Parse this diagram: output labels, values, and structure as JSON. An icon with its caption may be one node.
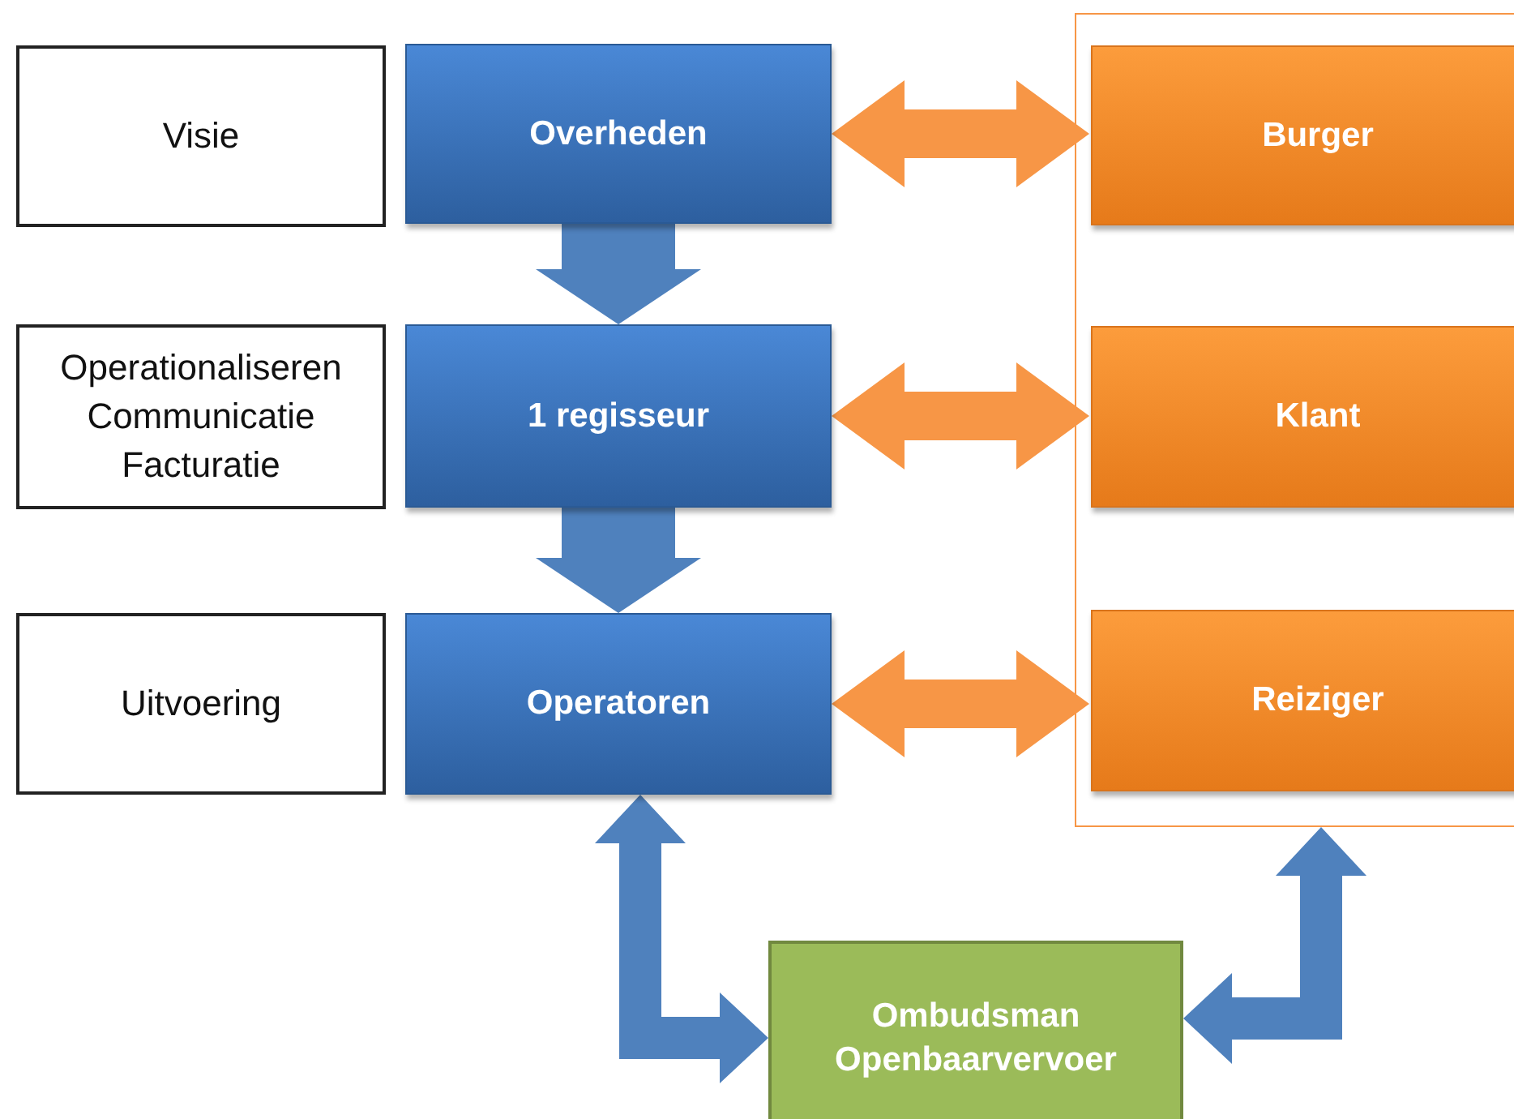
{
  "diagram": {
    "nodes": [
      {
        "text": [
          "Visie"
        ]
      },
      {
        "text": [
          "Overheden"
        ]
      },
      {
        "text": [
          "Operationaliseren",
          "Communicatie",
          "Facturatie"
        ]
      },
      {
        "text": [
          "1 regisseur"
        ]
      },
      {
        "text": [
          "Uitvoering"
        ]
      },
      {
        "text": [
          "Operatoren"
        ]
      },
      {
        "text": [],
        "shape": "box"
      },
      {
        "text": [
          "Burger"
        ],
        "in": 6
      },
      {
        "text": [
          "Klant"
        ],
        "in": 6
      },
      {
        "text": [
          "Reiziger"
        ],
        "in": 6
      },
      {
        "text": [
          "Ombudsman Openbaarvervoer"
        ]
      }
    ],
    "edges": [
      {
        "from": 1,
        "to": 3,
        "arrow": "to",
        "style": "thick"
      },
      {
        "from": 3,
        "to": 5,
        "arrow": "to",
        "style": "thick"
      },
      {
        "from": 1,
        "to": 7,
        "arrow": "both",
        "style": "thick",
        "color": "#f79646"
      },
      {
        "from": 3,
        "to": 8,
        "arrow": "both",
        "style": "thick",
        "color": "#f79646"
      },
      {
        "from": 5,
        "to": 9,
        "arrow": "both",
        "style": "thick",
        "color": "#f79646"
      },
      {
        "from": 5,
        "to": 10,
        "arrow": "both",
        "style": "thick"
      },
      {
        "from": 6,
        "to": 10,
        "arrow": "both",
        "style": "thick"
      }
    ]
  }
}
